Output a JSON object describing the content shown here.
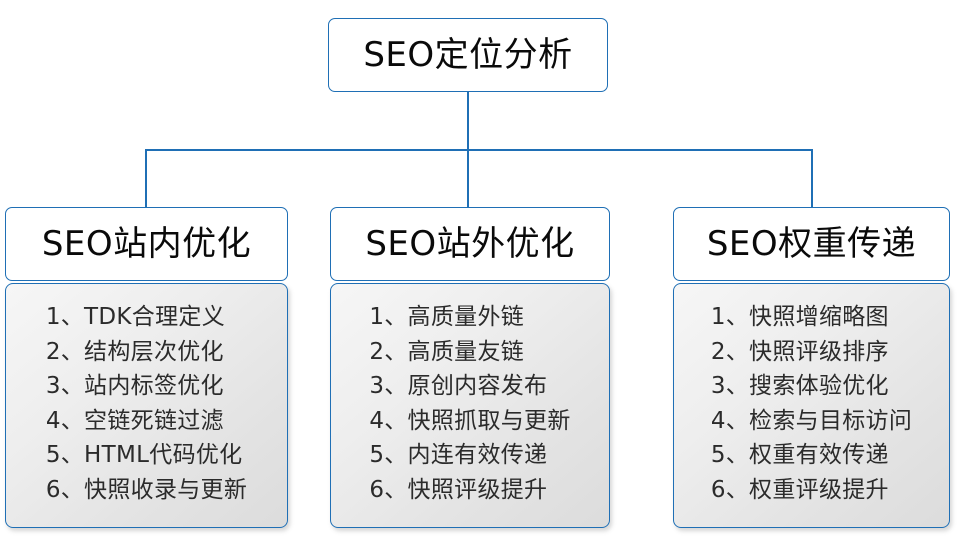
{
  "diagram": {
    "root": {
      "label": "SEO定位分析"
    },
    "branches": [
      {
        "title": "SEO站内优化",
        "items": [
          "1、TDK合理定义",
          "2、结构层次优化",
          "3、站内标签优化",
          "4、空链死链过滤",
          "5、HTML代码优化",
          "6、快照收录与更新"
        ]
      },
      {
        "title": "SEO站外优化",
        "items": [
          "1、高质量外链",
          "2、高质量友链",
          "3、原创内容发布",
          "4、快照抓取与更新",
          "5、内连有效传递",
          "6、快照评级提升"
        ]
      },
      {
        "title": "SEO权重传递",
        "items": [
          "1、快照增缩略图",
          "2、快照评级排序",
          "3、搜索体验优化",
          "4、检索与目标访问",
          "5、权重有效传递",
          "6、权重评级提升"
        ]
      }
    ],
    "colors": {
      "border": "#1f6fb5",
      "connector": "#1f6fb5",
      "head_fill": "#ffffff",
      "body_fill": "#e7e7e7",
      "title_text": "#0a0a0a",
      "item_text": "#2b2b2b",
      "page_background": "#ffffff"
    }
  }
}
